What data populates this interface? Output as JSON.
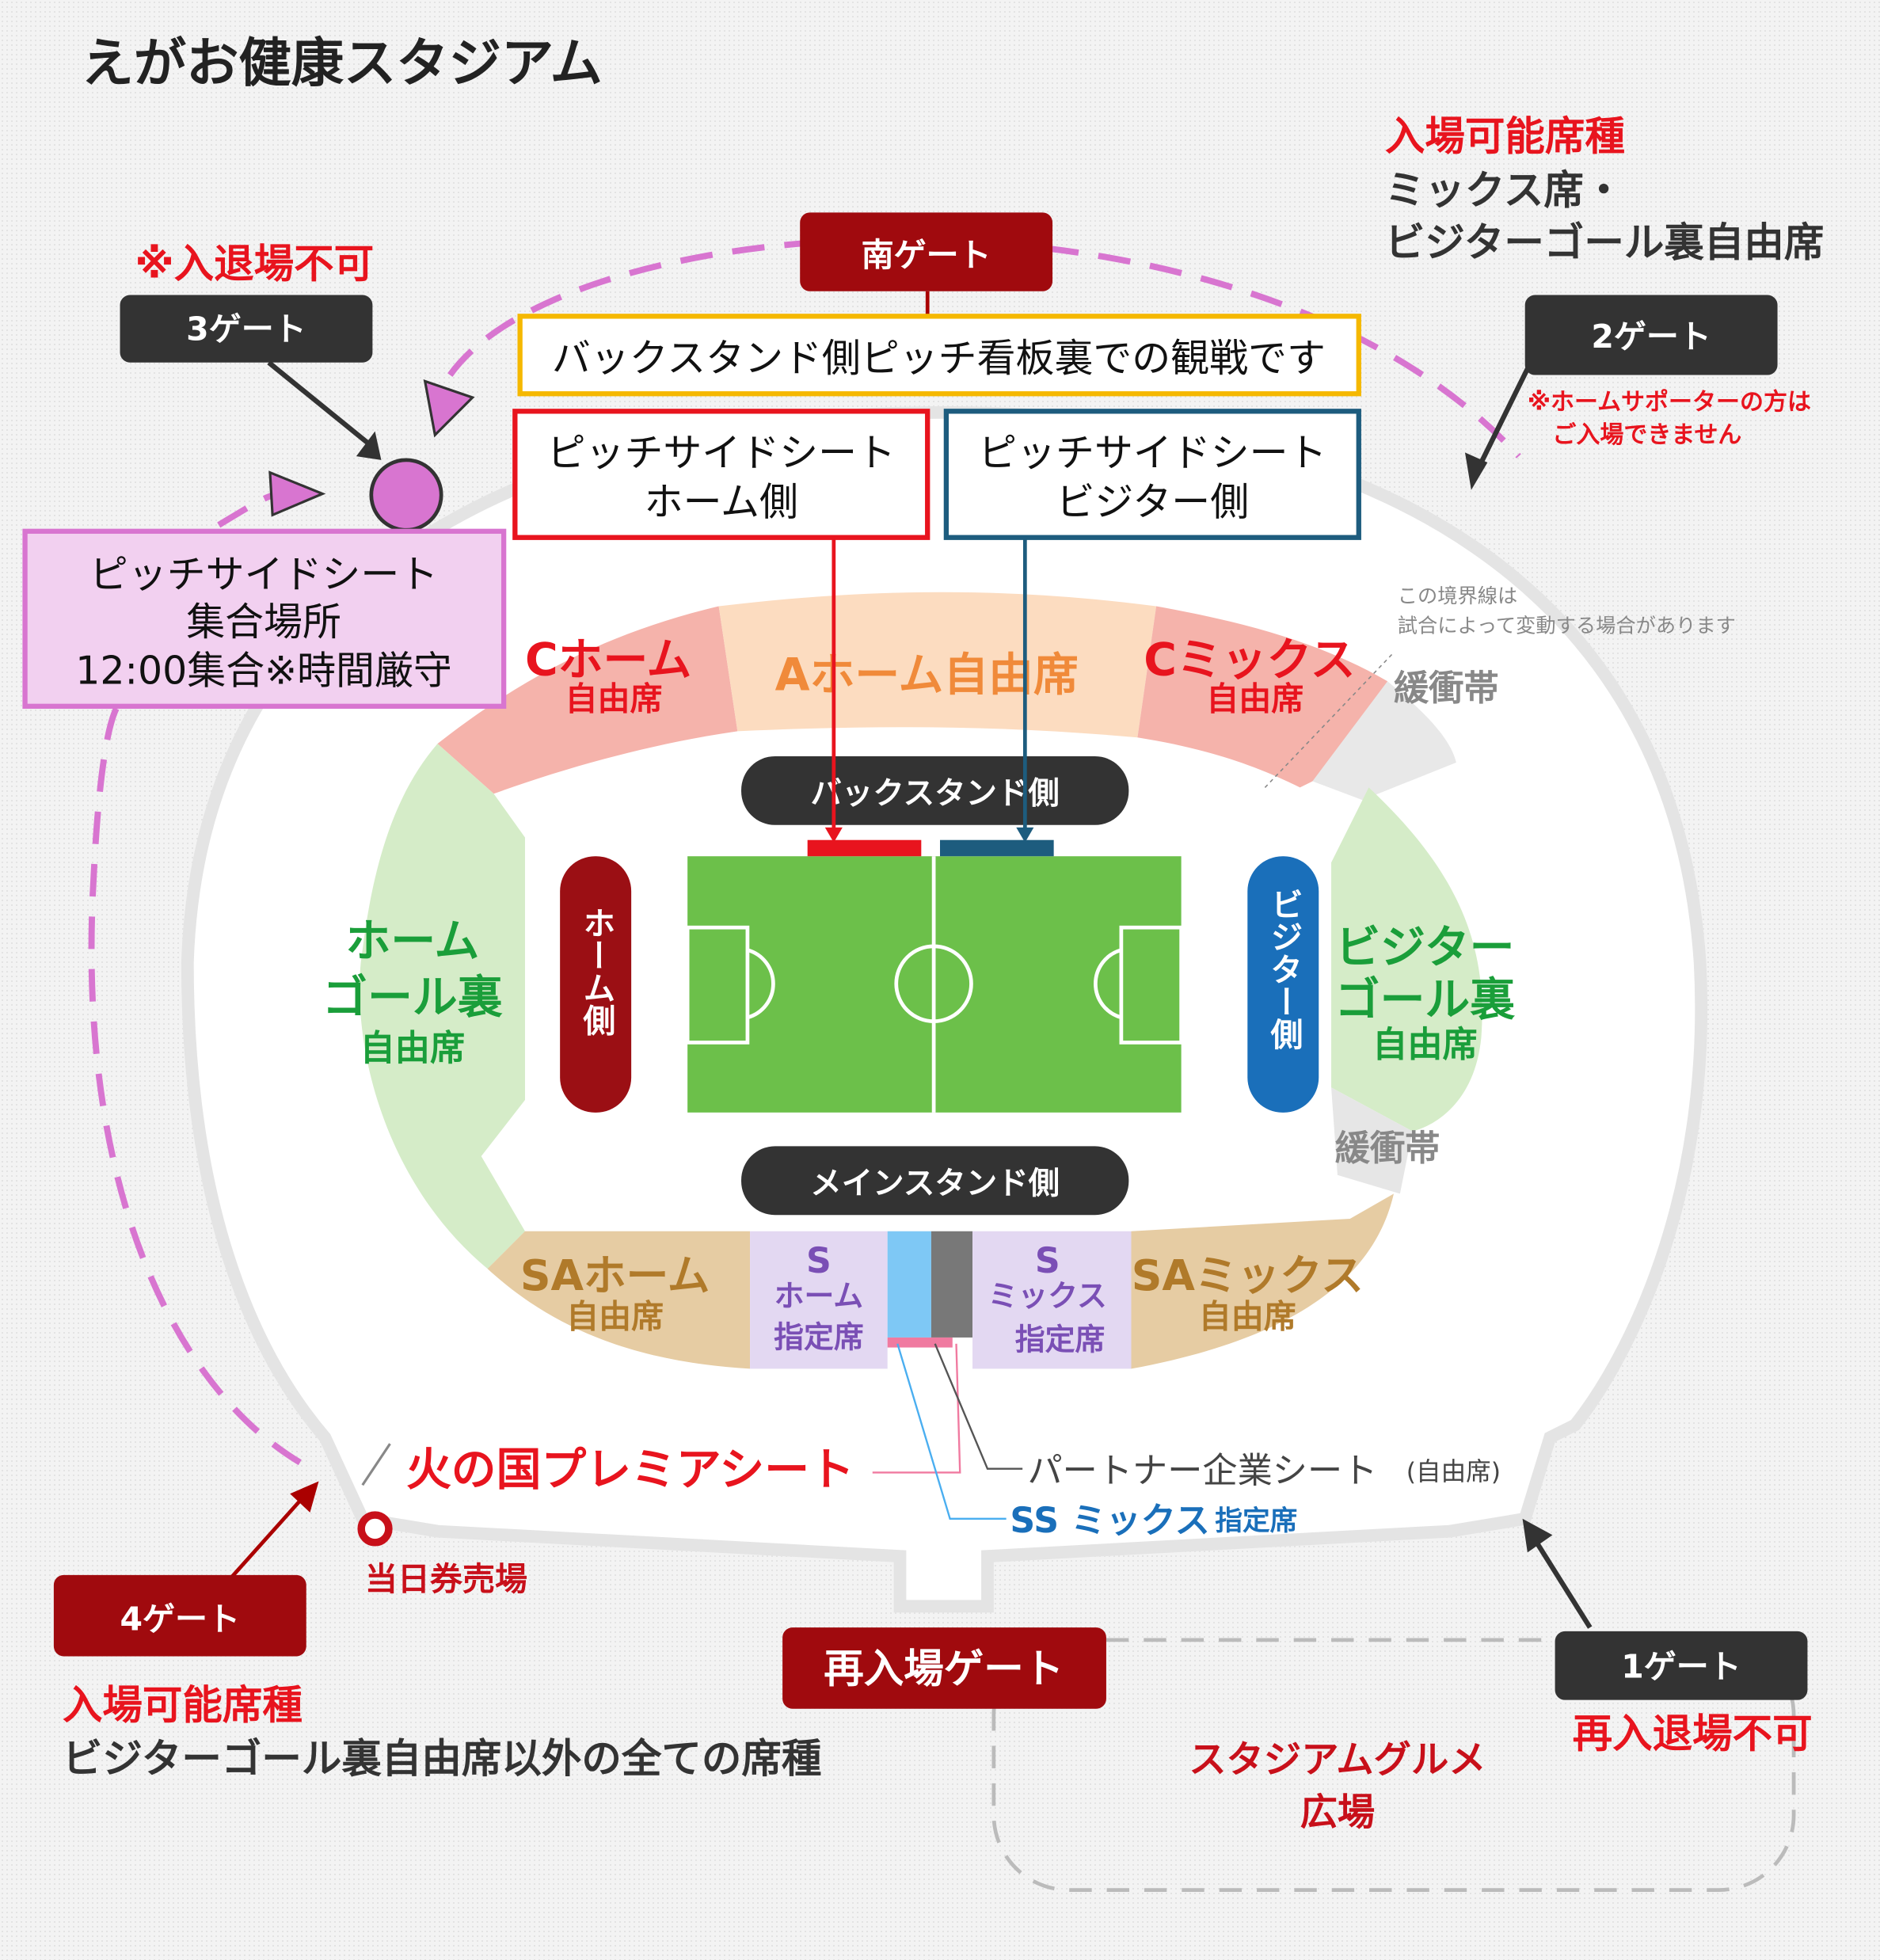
{
  "title": "えがお健康スタジアム",
  "colors": {
    "red": "#e8141e",
    "darkred": "#9e0a0e",
    "dark": "#333333",
    "green": "#1a9e3a",
    "blue": "#1a6fba",
    "magenta": "#d875d0",
    "yellow": "#f5b800",
    "teal": "#1d5c7e"
  },
  "gates": {
    "south": "南ゲート",
    "gate3": "3ゲート",
    "gate2": "2ゲート",
    "gate1": "1ゲート",
    "gate4": "4ゲート",
    "reentry": "再入場ゲート"
  },
  "notes": {
    "gate3_warning": "※入退場不可",
    "gate2_heading": "入場可能席種",
    "gate2_line1": "ミックス席・",
    "gate2_line2": "ビジターゴール裏自由席",
    "gate2_warning1": "※ホームサポーターの方は",
    "gate2_warning2": "ご入場できません",
    "boundary1": "この境界線は",
    "boundary2": "試合によって変動する場合があります",
    "gate4_heading": "入場可能席種",
    "gate4_line": "ビジターゴール裏自由席以外の全ての席種",
    "gate1_warning": "再入退場不可",
    "backstand_note": "バックスタンド側ピッチ看板裏での観戦です"
  },
  "pitchside": {
    "home_line1": "ピッチサイドシート",
    "home_line2": "ホーム側",
    "visitor_line1": "ピッチサイドシート",
    "visitor_line2": "ビジター側",
    "meeting_line1": "ピッチサイドシート",
    "meeting_line2": "集合場所",
    "meeting_line3": "12:00集合※時間厳守"
  },
  "sections": {
    "c_home": "Cホーム",
    "c_home_sub": "自由席",
    "a_home": "Aホーム自由席",
    "c_mix": "Cミックス",
    "c_mix_sub": "自由席",
    "buffer1": "緩衝帯",
    "buffer2": "緩衝帯",
    "home_goal1": "ホーム",
    "home_goal2": "ゴール裏",
    "home_goal3": "自由席",
    "vis_goal1": "ビジター",
    "vis_goal2": "ゴール裏",
    "vis_goal3": "自由席",
    "back_stand": "バックスタンド側",
    "main_stand": "メインスタンド側",
    "home_side": "ホーム側",
    "visitor_side": "ビジター側",
    "sa_home": "SAホーム",
    "sa_home_sub": "自由席",
    "s_home1": "S",
    "s_home2": "ホーム",
    "s_home3": "指定席",
    "s_mix1": "S",
    "s_mix2": "ミックス",
    "s_mix3": "指定席",
    "sa_mix": "SAミックス",
    "sa_mix_sub": "自由席",
    "premier": "火の国プレミアシート",
    "partner": "パートナー企業シート",
    "partner_sub": "(自由席)",
    "ss_mix": "SS ミックス",
    "ss_mix_sub": "指定席",
    "ticket": "当日券売場",
    "gourmet1": "スタジアムグルメ",
    "gourmet2": "広場"
  }
}
